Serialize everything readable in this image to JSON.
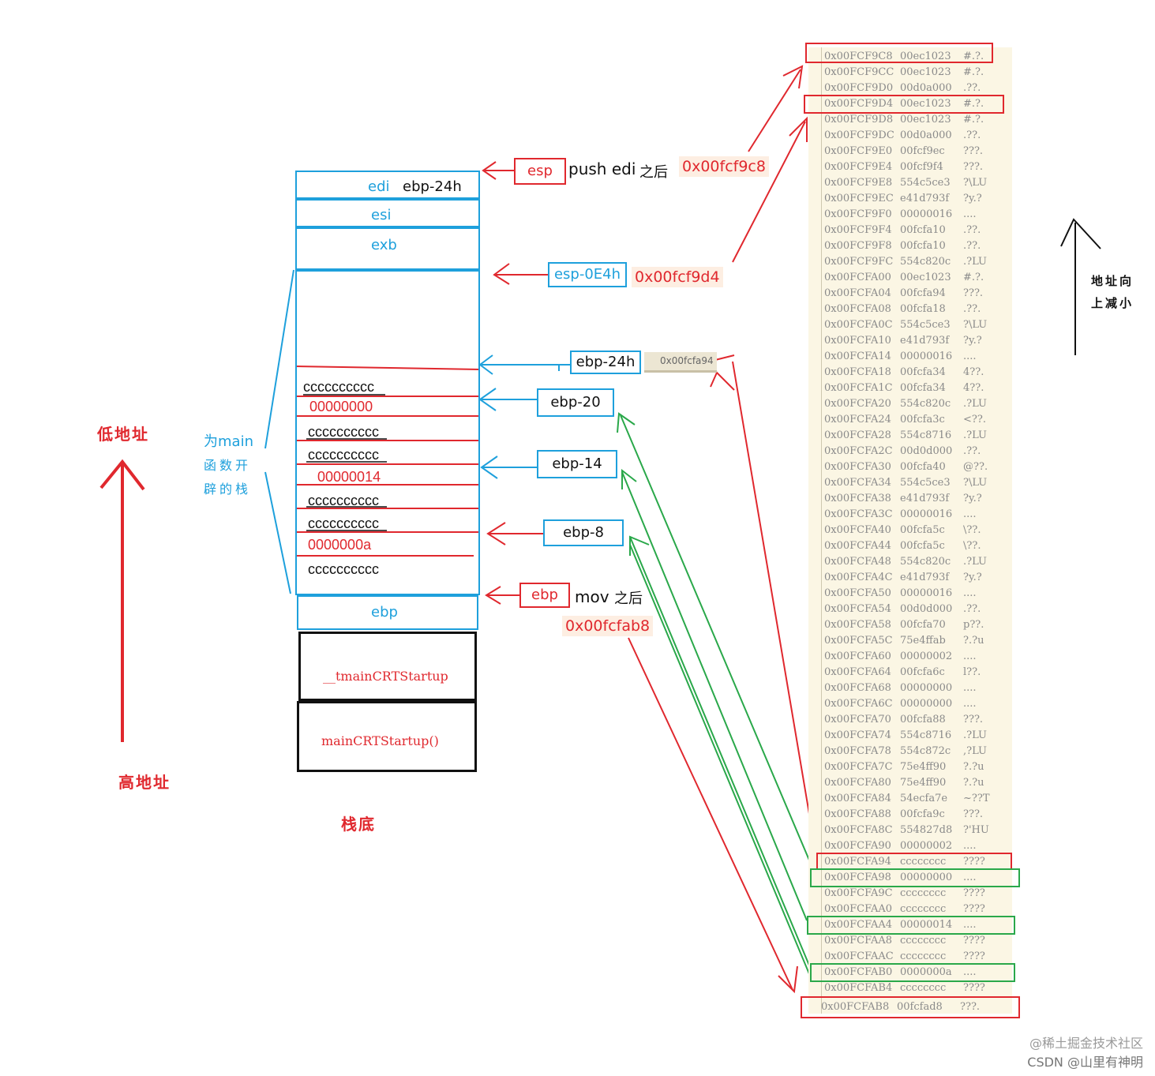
{
  "labels": {
    "low_addr": "低地址",
    "high_addr": "高地址",
    "stack_bottom": "栈底",
    "main_frame_1": "为main",
    "main_frame_2": "函数开",
    "main_frame_3": "辟的栈",
    "addr_dir_1": "地址向",
    "addr_dir_2": "上减小"
  },
  "stack": {
    "edi": "edi",
    "edi_off": "ebp-24h",
    "esi": "esi",
    "exb": "exb",
    "ebp": "ebp",
    "tmain": "__tmainCRTStartup",
    "main_startup": "mainCRTStartup()",
    "vars": [
      "cccccccccc",
      "00000000",
      "cccccccccc",
      "cccccccccc",
      "00000014",
      "cccccccccc",
      "cccccccccc",
      "0000000a",
      "cccccccccc"
    ]
  },
  "pointers": {
    "esp": "esp",
    "push_edi": "push edi",
    "after_push": "之后",
    "esp_addr": "0x00fcf9c8",
    "esp_sub": "esp-0E4h",
    "esp_sub_addr": "0x00fcf9d4",
    "ebp24": "ebp-24h",
    "ebp24_addr": "0x00fcfa94",
    "ebp20": "ebp-20",
    "ebp14": "ebp-14",
    "ebp8": "ebp-8",
    "ebp": "ebp",
    "mov": "mov",
    "after_mov": "之后",
    "ebp_addr": "0x00fcfab8"
  },
  "memory": [
    {
      "addr": "0x00FCF9C8",
      "val": "00ec1023",
      "ascii": "#.?."
    },
    {
      "addr": "0x00FCF9CC",
      "val": "00ec1023",
      "ascii": "#.?."
    },
    {
      "addr": "0x00FCF9D0",
      "val": "00d0a000",
      "ascii": ".??."
    },
    {
      "addr": "0x00FCF9D4",
      "val": "00ec1023",
      "ascii": "#.?."
    },
    {
      "addr": "0x00FCF9D8",
      "val": "00ec1023",
      "ascii": "#.?."
    },
    {
      "addr": "0x00FCF9DC",
      "val": "00d0a000",
      "ascii": ".??."
    },
    {
      "addr": "0x00FCF9E0",
      "val": "00fcf9ec",
      "ascii": "???."
    },
    {
      "addr": "0x00FCF9E4",
      "val": "00fcf9f4",
      "ascii": "???."
    },
    {
      "addr": "0x00FCF9E8",
      "val": "554c5ce3",
      "ascii": "?\\LU"
    },
    {
      "addr": "0x00FCF9EC",
      "val": "e41d793f",
      "ascii": "?y.?"
    },
    {
      "addr": "0x00FCF9F0",
      "val": "00000016",
      "ascii": "...."
    },
    {
      "addr": "0x00FCF9F4",
      "val": "00fcfa10",
      "ascii": ".??."
    },
    {
      "addr": "0x00FCF9F8",
      "val": "00fcfa10",
      "ascii": ".??."
    },
    {
      "addr": "0x00FCF9FC",
      "val": "554c820c",
      "ascii": ".?LU"
    },
    {
      "addr": "0x00FCFA00",
      "val": "00ec1023",
      "ascii": "#.?."
    },
    {
      "addr": "0x00FCFA04",
      "val": "00fcfa94",
      "ascii": "???."
    },
    {
      "addr": "0x00FCFA08",
      "val": "00fcfa18",
      "ascii": ".??."
    },
    {
      "addr": "0x00FCFA0C",
      "val": "554c5ce3",
      "ascii": "?\\LU"
    },
    {
      "addr": "0x00FCFA10",
      "val": "e41d793f",
      "ascii": "?y.?"
    },
    {
      "addr": "0x00FCFA14",
      "val": "00000016",
      "ascii": "...."
    },
    {
      "addr": "0x00FCFA18",
      "val": "00fcfa34",
      "ascii": "4??."
    },
    {
      "addr": "0x00FCFA1C",
      "val": "00fcfa34",
      "ascii": "4??."
    },
    {
      "addr": "0x00FCFA20",
      "val": "554c820c",
      "ascii": ".?LU"
    },
    {
      "addr": "0x00FCFA24",
      "val": "00fcfa3c",
      "ascii": "<??."
    },
    {
      "addr": "0x00FCFA28",
      "val": "554c8716",
      "ascii": ".?LU"
    },
    {
      "addr": "0x00FCFA2C",
      "val": "00d0d000",
      "ascii": ".??."
    },
    {
      "addr": "0x00FCFA30",
      "val": "00fcfa40",
      "ascii": "@??."
    },
    {
      "addr": "0x00FCFA34",
      "val": "554c5ce3",
      "ascii": "?\\LU"
    },
    {
      "addr": "0x00FCFA38",
      "val": "e41d793f",
      "ascii": "?y.?"
    },
    {
      "addr": "0x00FCFA3C",
      "val": "00000016",
      "ascii": "...."
    },
    {
      "addr": "0x00FCFA40",
      "val": "00fcfa5c",
      "ascii": "\\??."
    },
    {
      "addr": "0x00FCFA44",
      "val": "00fcfa5c",
      "ascii": "\\??."
    },
    {
      "addr": "0x00FCFA48",
      "val": "554c820c",
      "ascii": ".?LU"
    },
    {
      "addr": "0x00FCFA4C",
      "val": "e41d793f",
      "ascii": "?y.?"
    },
    {
      "addr": "0x00FCFA50",
      "val": "00000016",
      "ascii": "...."
    },
    {
      "addr": "0x00FCFA54",
      "val": "00d0d000",
      "ascii": ".??."
    },
    {
      "addr": "0x00FCFA58",
      "val": "00fcfa70",
      "ascii": "p??."
    },
    {
      "addr": "0x00FCFA5C",
      "val": "75e4ffab",
      "ascii": "?.?u"
    },
    {
      "addr": "0x00FCFA60",
      "val": "00000002",
      "ascii": "...."
    },
    {
      "addr": "0x00FCFA64",
      "val": "00fcfa6c",
      "ascii": "l??."
    },
    {
      "addr": "0x00FCFA68",
      "val": "00000000",
      "ascii": "...."
    },
    {
      "addr": "0x00FCFA6C",
      "val": "00000000",
      "ascii": "...."
    },
    {
      "addr": "0x00FCFA70",
      "val": "00fcfa88",
      "ascii": "???."
    },
    {
      "addr": "0x00FCFA74",
      "val": "554c8716",
      "ascii": ".?LU"
    },
    {
      "addr": "0x00FCFA78",
      "val": "554c872c",
      "ascii": ",?LU"
    },
    {
      "addr": "0x00FCFA7C",
      "val": "75e4ff90",
      "ascii": "?.?u"
    },
    {
      "addr": "0x00FCFA80",
      "val": "75e4ff90",
      "ascii": "?.?u"
    },
    {
      "addr": "0x00FCFA84",
      "val": "54ecfa7e",
      "ascii": "~??T"
    },
    {
      "addr": "0x00FCFA88",
      "val": "00fcfa9c",
      "ascii": "???."
    },
    {
      "addr": "0x00FCFA8C",
      "val": "554827d8",
      "ascii": "?'HU"
    },
    {
      "addr": "0x00FCFA90",
      "val": "00000002",
      "ascii": "...."
    },
    {
      "addr": "0x00FCFA94",
      "val": "cccccccc",
      "ascii": "????"
    },
    {
      "addr": "0x00FCFA98",
      "val": "00000000",
      "ascii": "...."
    },
    {
      "addr": "0x00FCFA9C",
      "val": "cccccccc",
      "ascii": "????"
    },
    {
      "addr": "0x00FCFAA0",
      "val": "cccccccc",
      "ascii": "????"
    },
    {
      "addr": "0x00FCFAA4",
      "val": "00000014",
      "ascii": "...."
    },
    {
      "addr": "0x00FCFAA8",
      "val": "cccccccc",
      "ascii": "????"
    },
    {
      "addr": "0x00FCFAAC",
      "val": "cccccccc",
      "ascii": "????"
    },
    {
      "addr": "0x00FCFAB0",
      "val": "0000000a",
      "ascii": "...."
    },
    {
      "addr": "0x00FCFAB4",
      "val": "cccccccc",
      "ascii": "????"
    },
    {
      "addr": "0x00FCFAB8",
      "val": "00fcfad8",
      "ascii": "???."
    }
  ],
  "watermark": {
    "line1": "@稀土掘金技术社区",
    "line2": "CSDN @山里有神明"
  }
}
